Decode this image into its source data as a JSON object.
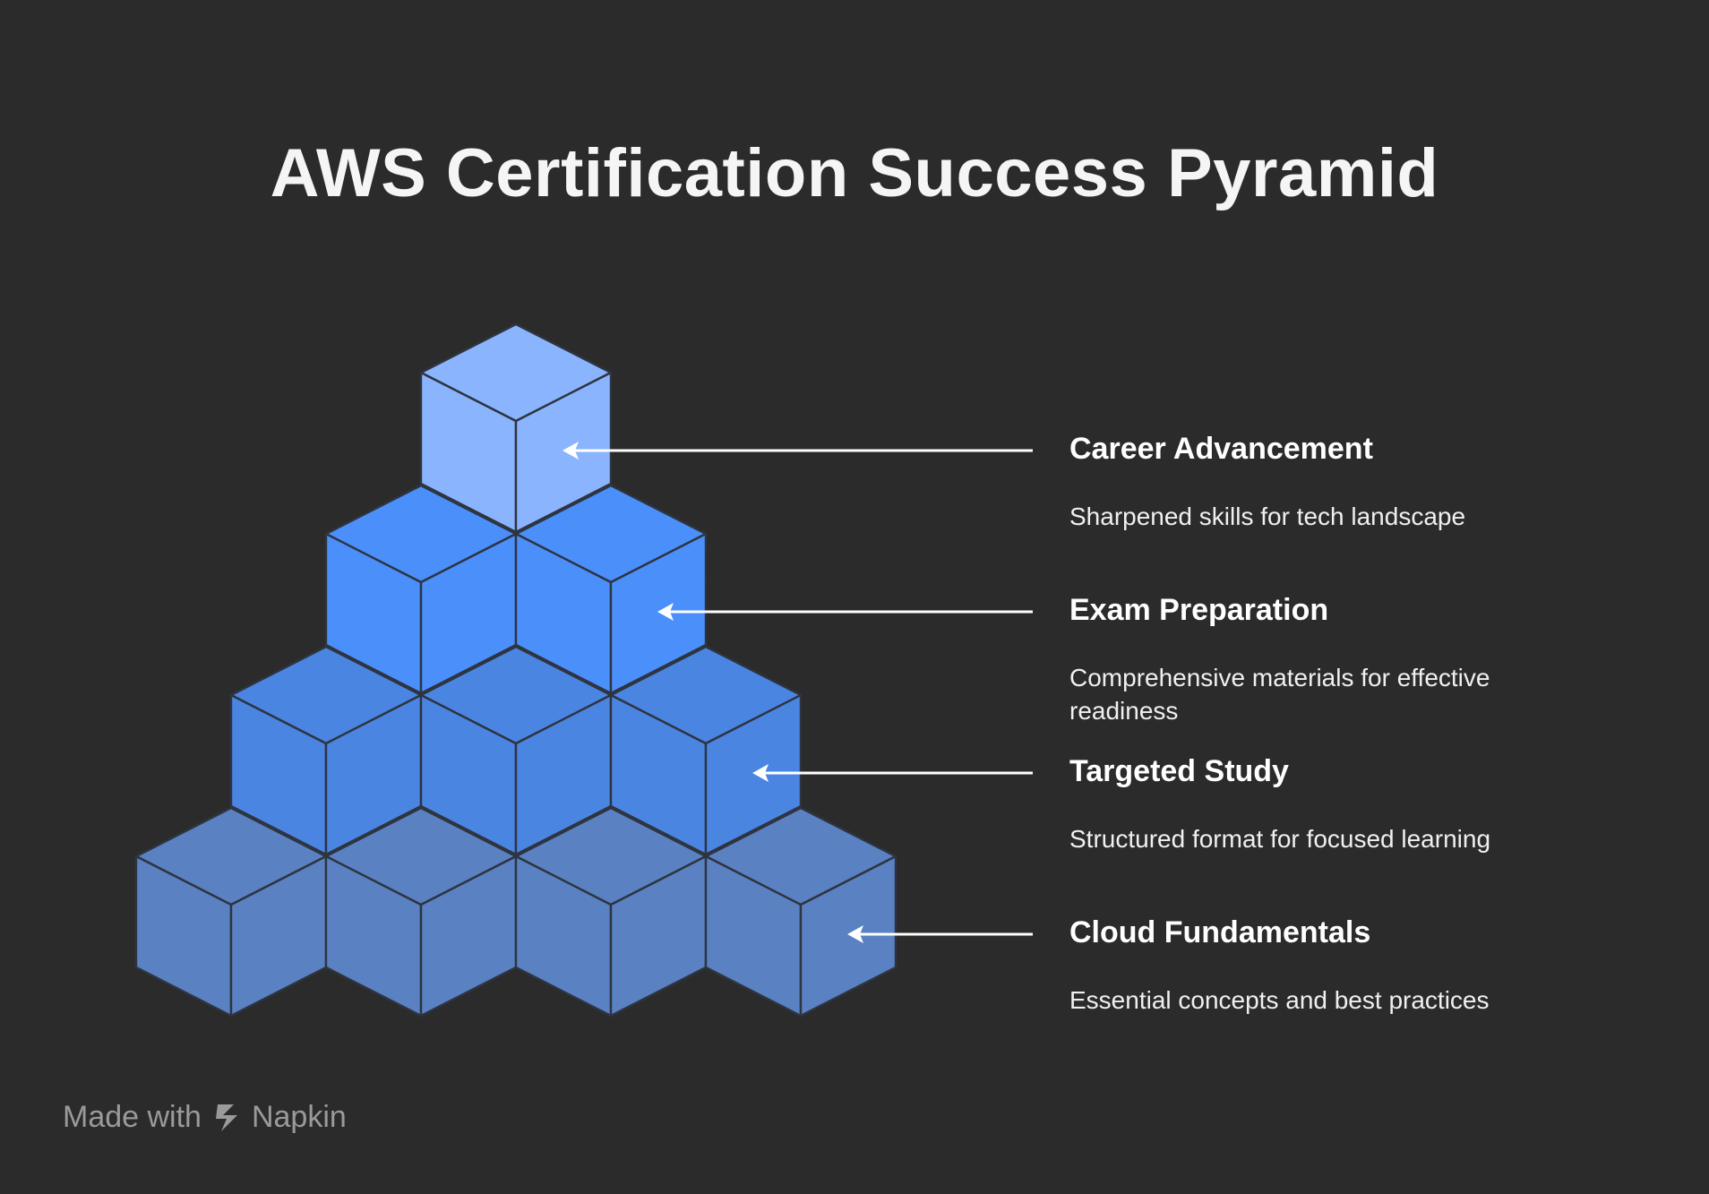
{
  "title": "AWS Certification Success Pyramid",
  "levels": [
    {
      "title": "Career Advancement",
      "description": "Sharpened skills for tech landscape",
      "row": 1
    },
    {
      "title": "Exam Preparation",
      "description": "Comprehensive materials for effective readiness",
      "row": 2
    },
    {
      "title": "Targeted Study",
      "description": "Structured format for focused learning",
      "row": 3
    },
    {
      "title": "Cloud Fundamentals",
      "description": "Essential concepts and best practices",
      "row": 4
    }
  ],
  "colors": {
    "background": "#2b2b2b",
    "row1": "#8ab4fd",
    "row2": "#4b8ffa",
    "row3": "#4a85e2",
    "row4": "#5a81c2",
    "edge": "#2e3440",
    "arrow": "#ffffff"
  },
  "footer": {
    "prefix": "Made with",
    "brand": "Napkin",
    "logo_icon": "napkin-logo-icon"
  }
}
